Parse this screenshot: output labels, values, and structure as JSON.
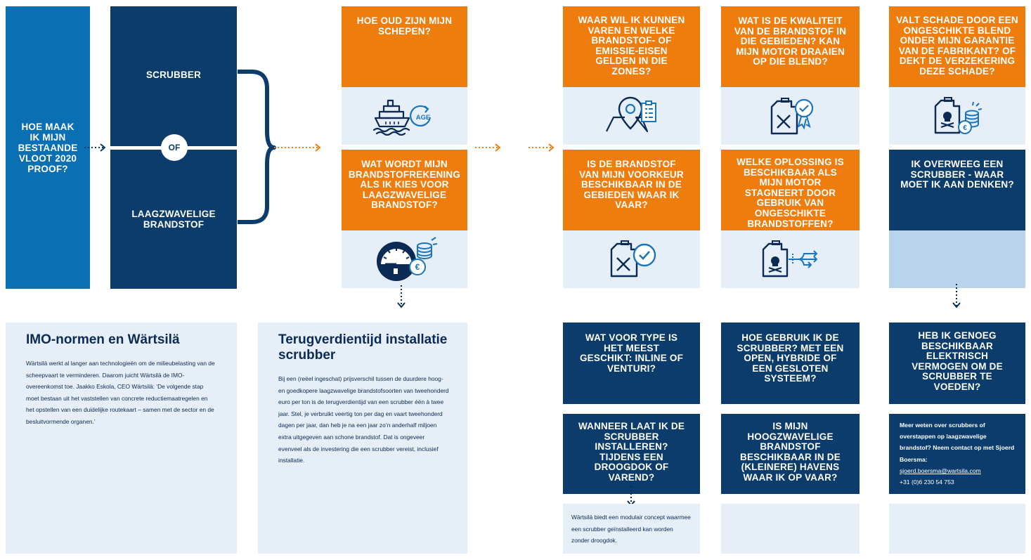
{
  "colors": {
    "orange": "#ee7d0e",
    "navy": "#0b3c6b",
    "blue": "#0a70b3",
    "pale": "#e6eef7",
    "light_blue": "#b9d3ea",
    "icon_navy": "#0b2b55",
    "icon_accent": "#1a75bb"
  },
  "start": {
    "question": "HOE MAAK IK MIJN BESTAANDE VLOOT 2020 PROOF?"
  },
  "choice": {
    "option_a": "SCRUBBER",
    "or_label": "OF",
    "option_b": "LAAGZWAVELIGE BRANDSTOF"
  },
  "column_1": {
    "q1": "HOE OUD ZIJN MIJN SCHEPEN?",
    "q1_icon": "ship-age-icon",
    "q2": "WAT WORDT MIJN BRANDSTOFREKENING ALS IK KIES VOOR LAAGZWAVELIGE BRANDSTOF?",
    "q2_icon": "fuel-gauge-coins-icon"
  },
  "column_2": {
    "q1": "WAAR WIL IK KUNNEN VAREN EN WELKE BRANDSTOF- OF EMISSIE-EISEN GELDEN IN DIE ZONES?",
    "q1_icon": "map-pin-clipboard-icon",
    "q2": "IS DE BRANDSTOF VAN MIJN VOORKEUR BESCHIKBAAR IN DE GEBIEDEN WAAR IK VAAR?",
    "q2_icon": "jerrycan-check-icon",
    "q3": "WAT VOOR TYPE IS HET MEEST GESCHIKT: INLINE OF VENTURI?",
    "q4": "WANNEER LAAT IK DE SCRUBBER INSTALLEREN? TIJDENS EEN DROOGDOK OF VAREND?",
    "note": "Wärtsilä biedt een modulair concept waarmee een scrubber geïnstalleerd kan worden zonder droogdok."
  },
  "column_3": {
    "q1": "WAT IS DE KWALITEIT VAN DE BRANDSTOF IN DIE GEBIEDEN? KAN MIJN MOTOR DRAAIEN OP DIE BLEND?",
    "q1_icon": "jerrycan-award-icon",
    "q2": "WELKE OPLOSSING IS BESCHIKBAAR ALS MIJN MOTOR STAGNEERT DOOR GEBRUIK VAN ONGESCHIKTE BRANDSTOFFEN?",
    "q2_icon": "jerrycan-skull-arrows-icon",
    "q3": "HOE GEBRUIK IK DE SCRUBBER? MET EEN OPEN, HYBRIDE OF EEN GESLOTEN SYSTEEM?",
    "q4": "IS MIJN HOOGZWAVELIGE BRANDSTOF BESCHIKBAAR IN DE (KLEINERE) HAVENS WAAR IK OP VAAR?"
  },
  "column_4": {
    "q1": "VALT SCHADE DOOR EEN ONGESCHIKTE BLEND ONDER MIJN GARANTIE VAN DE FABRIKANT? OF DEKT DE VERZEKERING DEZE SCHADE?",
    "q1_icon": "jerrycan-skull-coins-icon",
    "q2": "IK OVERWEEG EEN SCRUBBER - WAAR MOET IK AAN DENKEN?",
    "q3": "HEB IK GENOEG BESCHIKBAAR ELEKTRISCH VERMOGEN OM DE SCRUBBER TE VOEDEN?",
    "contact_text": "Meer weten over scrubbers of overstappen op laagzwavelige brandstof? Neem contact op met Sjoerd Boersma:",
    "contact_email": "sjoerd.boersma@wartsila.com",
    "contact_phone": "+31 (0)6 230 54 753"
  },
  "panel_imo": {
    "title": "IMO-normen en Wärtsilä",
    "text": "Wärtsilä werkt al langer aan technologieën om de milieubelasting van de scheepvaart te verminderen. Daarom juicht Wärtsilä de IMO-overeenkomst toe. Jaakko Eskola, CEO Wärtsilä: ‘De volgende stap moet bestaan uit het vaststellen van concrete reductiemaatregelen en het opstellen van een duidelijke routekaart – samen met de sector en de besluitvormende organen.’"
  },
  "panel_payback": {
    "title": "Terugverdientijd installatie scrubber",
    "text": "Bij een (reëel ingeschat) prijsverschil tussen de duurdere hoog- en goedkopere laagzwavelige brandstofsoorten van tweehonderd euro per ton is de terugverdientijd van een scrubber één à twee jaar. Stel, je verbruikt veertig ton per dag en vaart tweehonderd dagen per jaar, dan heb je na een jaar zo’n anderhalf miljoen extra uitgegeven aan schone brandstof. Dat is ongeveer evenveel als de investering die een scrubber vereist, inclusief installatie."
  },
  "ship_icon_label": "AGE"
}
